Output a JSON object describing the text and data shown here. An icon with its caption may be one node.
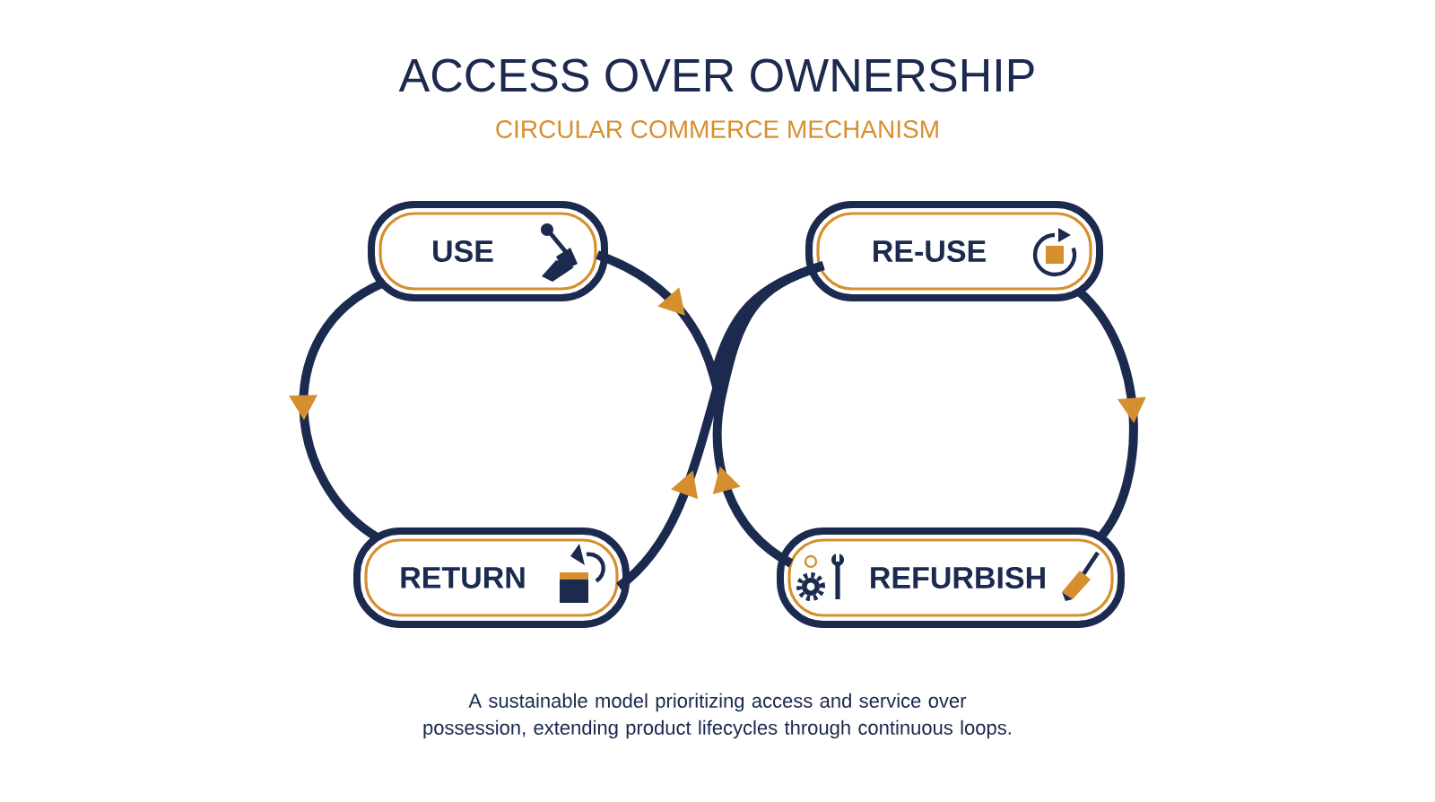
{
  "diagram": {
    "title": "ACCESS OVER OWNERSHIP",
    "nodes": [
      {
        "text": [
          "USE"
        ]
      },
      {
        "text": [
          "RE-USE"
        ]
      },
      {
        "text": [
          "RETURN"
        ]
      },
      {
        "text": [
          "REFURBISH"
        ]
      }
    ],
    "edges": [
      {
        "from": 0,
        "to": 2,
        "arrow": "to"
      },
      {
        "from": 2,
        "to": 1,
        "arrow": "to"
      },
      {
        "from": 0,
        "to": 1,
        "arrow": "to"
      },
      {
        "from": 1,
        "to": 3,
        "arrow": "to"
      },
      {
        "from": 3,
        "to": 1,
        "arrow": "to"
      }
    ],
    "labels": [
      "CIRCULAR COMMERCE MECHANISM",
      "A sustainable model prioritizing access and service over possession, extending product lifecycles through continuous loops."
    ]
  }
}
